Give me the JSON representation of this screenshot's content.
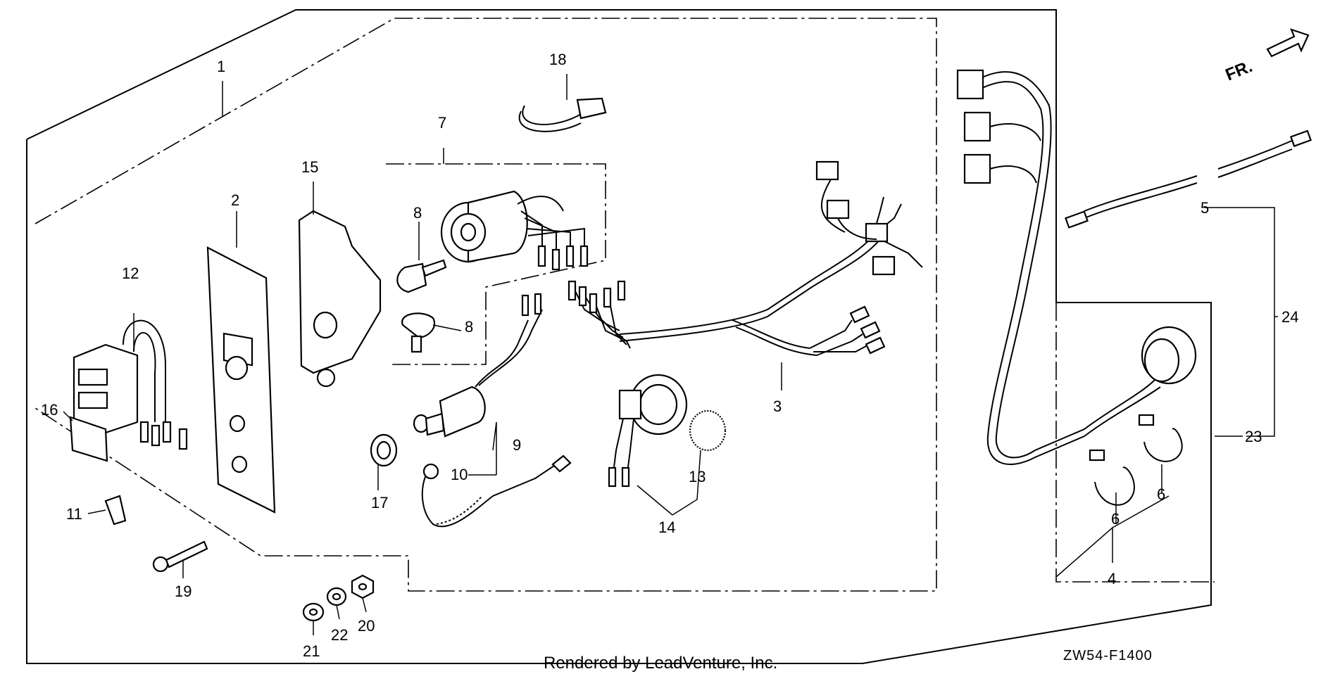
{
  "diagram": {
    "drawing_code": "ZW54-F1400",
    "watermark": "Rendered by LeadVenture, Inc.",
    "direction_label": "FR.",
    "callouts": [
      {
        "id": "c1",
        "label": "1"
      },
      {
        "id": "c2",
        "label": "2"
      },
      {
        "id": "c3",
        "label": "3"
      },
      {
        "id": "c4",
        "label": "4"
      },
      {
        "id": "c5",
        "label": "5"
      },
      {
        "id": "c6a",
        "label": "6"
      },
      {
        "id": "c6b",
        "label": "6"
      },
      {
        "id": "c7",
        "label": "7"
      },
      {
        "id": "c8a",
        "label": "8"
      },
      {
        "id": "c8b",
        "label": "8"
      },
      {
        "id": "c9",
        "label": "9"
      },
      {
        "id": "c10",
        "label": "10"
      },
      {
        "id": "c11",
        "label": "11"
      },
      {
        "id": "c12",
        "label": "12"
      },
      {
        "id": "c13",
        "label": "13"
      },
      {
        "id": "c14",
        "label": "14"
      },
      {
        "id": "c15",
        "label": "15"
      },
      {
        "id": "c16",
        "label": "16"
      },
      {
        "id": "c17",
        "label": "17"
      },
      {
        "id": "c18",
        "label": "18"
      },
      {
        "id": "c19",
        "label": "19"
      },
      {
        "id": "c20",
        "label": "20"
      },
      {
        "id": "c21",
        "label": "21"
      },
      {
        "id": "c22",
        "label": "22"
      },
      {
        "id": "c23",
        "label": "23"
      },
      {
        "id": "c24",
        "label": "24"
      }
    ]
  }
}
